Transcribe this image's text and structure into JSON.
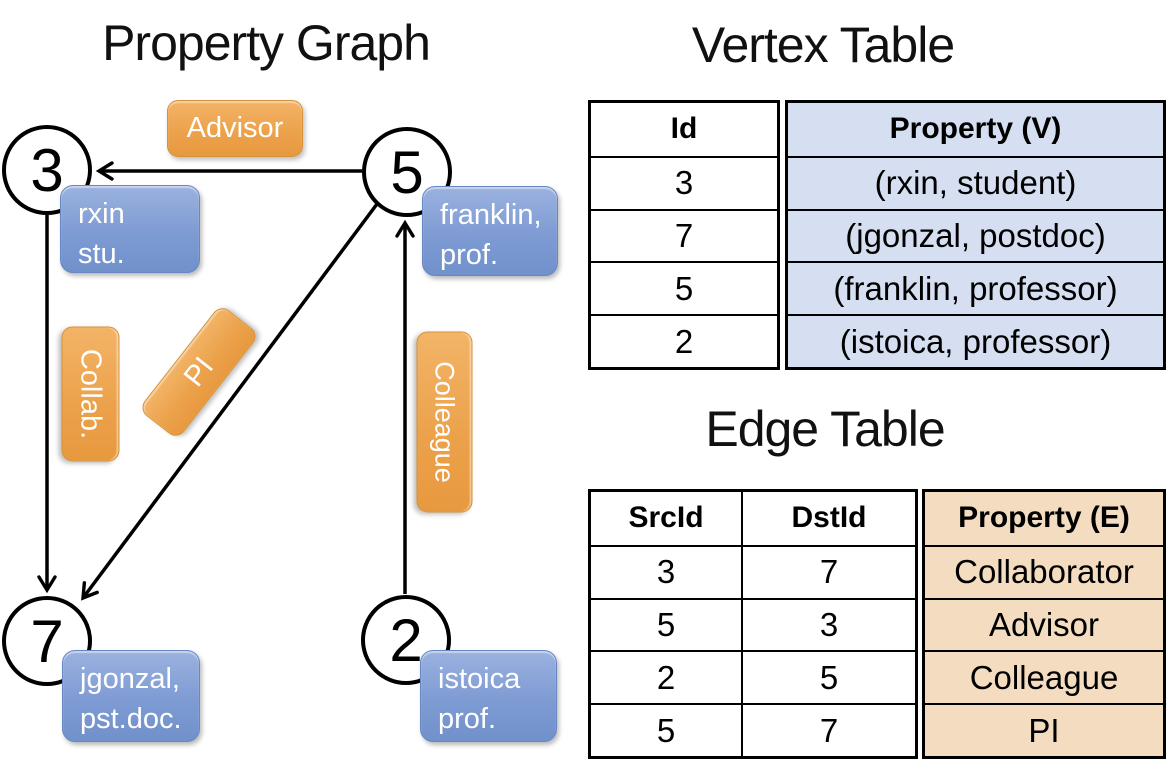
{
  "graph": {
    "title": "Property Graph",
    "nodes": [
      {
        "id": "3",
        "label_line1": "rxin",
        "label_line2": "stu."
      },
      {
        "id": "5",
        "label_line1": "franklin,",
        "label_line2": "prof."
      },
      {
        "id": "7",
        "label_line1": "jgonzal,",
        "label_line2": "pst.doc."
      },
      {
        "id": "2",
        "label_line1": "istoica",
        "label_line2": "prof."
      }
    ],
    "edges": [
      {
        "src": "5",
        "dst": "3",
        "label": "Advisor"
      },
      {
        "src": "3",
        "dst": "7",
        "label": "Collab."
      },
      {
        "src": "5",
        "dst": "7",
        "label": "PI"
      },
      {
        "src": "2",
        "dst": "5",
        "label": "Colleague"
      }
    ]
  },
  "vertex_table": {
    "title": "Vertex Table",
    "columns": [
      "Id",
      "Property (V)"
    ],
    "rows": [
      [
        "3",
        "(rxin, student)"
      ],
      [
        "7",
        "(jgonzal, postdoc)"
      ],
      [
        "5",
        "(franklin, professor)"
      ],
      [
        "2",
        "(istoica, professor)"
      ]
    ]
  },
  "edge_table": {
    "title": "Edge Table",
    "columns": [
      "SrcId",
      "DstId",
      "Property (E)"
    ],
    "rows": [
      [
        "3",
        "7",
        "Collaborator"
      ],
      [
        "5",
        "3",
        "Advisor"
      ],
      [
        "2",
        "5",
        "Colleague"
      ],
      [
        "5",
        "7",
        "PI"
      ]
    ]
  },
  "colors": {
    "edge_label_fill_top": "#F3B467",
    "edge_label_fill_bottom": "#E8993F",
    "vertex_label_fill_top": "#9BB2E0",
    "vertex_label_fill_bottom": "#7191CB",
    "vertex_table_cell_fill": "#D5DFF1",
    "edge_table_cell_fill": "#F4DCC0",
    "line_color": "#000000",
    "text_on_labels": "#FFFFFF"
  }
}
